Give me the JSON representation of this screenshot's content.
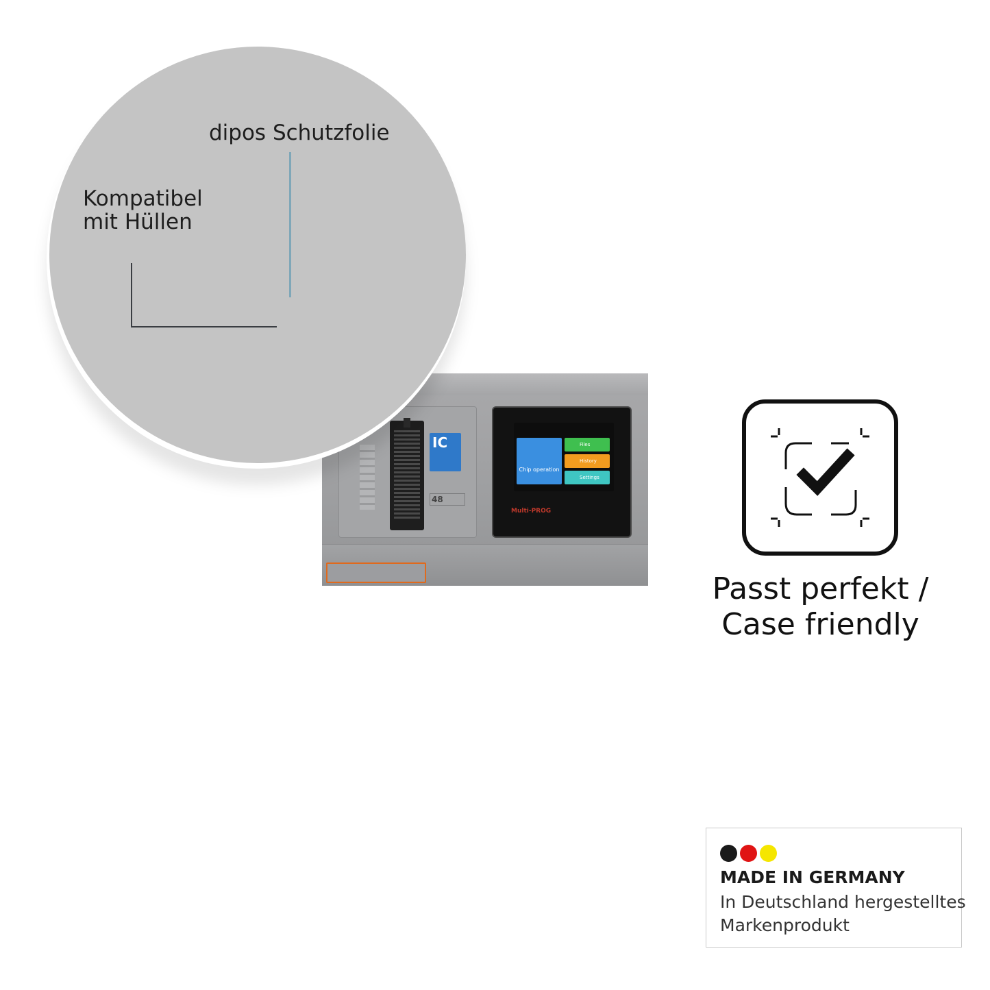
{
  "callout": {
    "top_label": "dipos Schutzfolie",
    "side_label_line1": "Kompatibel",
    "side_label_line2": "mit Hüllen"
  },
  "feature": {
    "icon": "checkmark-frame-icon",
    "line1": "Passt perfekt /",
    "line2": "Case friendly"
  },
  "badge": {
    "title": "MADE IN GERMANY",
    "line1": "In Deutschland hergestelltes",
    "line2": "Markenprodukt",
    "flag_colors": [
      "#1a1a1a",
      "#e01414",
      "#f5e600"
    ]
  },
  "device": {
    "ic_label": "IC",
    "pin_label": "48",
    "screen_tile_main": "Chip operation",
    "screen_tile_1": "Files",
    "screen_tile_2": "History",
    "screen_tile_3": "Settings",
    "screen_brand": "Multi-PROG"
  },
  "colors": {
    "circle": "#c4c4c4",
    "leader_blue": "#7fa7b8",
    "leader_gray": "#3a3d42"
  }
}
